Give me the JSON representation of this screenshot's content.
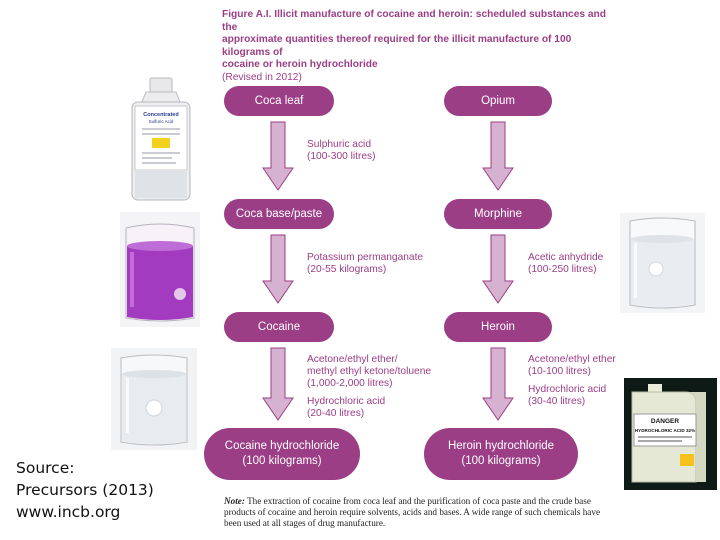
{
  "figure": {
    "title_lines": [
      "Figure A.I.    Illicit manufacture of cocaine and heroin: scheduled substances and the",
      "approximate quantities thereof required for the illicit manufacture of 100 kilograms of",
      "cocaine or heroin hydrochloride"
    ],
    "revised": "(Revised in 2012)"
  },
  "cocaine_path": {
    "nodes": [
      "Coca leaf",
      "Coca base/paste",
      "Cocaine"
    ],
    "final_line1": "Cocaine hydrochloride",
    "final_line2": "(100 kilograms)",
    "reagents": [
      {
        "name": "Sulphuric acid",
        "qty": "(100-300 litres)"
      },
      {
        "name": "Potassium permanganate",
        "qty": "(20-55 kilograms)"
      },
      {
        "line1": "Acetone/ethyl ether/",
        "line2": "methyl ethyl ketone/toluene",
        "qty": "(1,000-2,000 litres)",
        "extra_name": "Hydrochloric acid",
        "extra_qty": "(20-40 litres)"
      }
    ]
  },
  "heroin_path": {
    "nodes": [
      "Opium",
      "Morphine",
      "Heroin"
    ],
    "final_line1": "Heroin hydrochloride",
    "final_line2": "(100 kilograms)",
    "reagents": [
      {
        "name": "Acetic anhydride",
        "qty": "(100-250 litres)"
      },
      {
        "name": "Acetone/ethyl ether",
        "qty": "(10-100 litres)",
        "extra_name": "Hydrochloric acid",
        "extra_qty": "(30-40 litres)"
      }
    ]
  },
  "note": {
    "label": "Note:",
    "text": "The extraction of cocaine from coca leaf and the purification of coca paste and the crude base products of cocaine and heroin require solvents, acids and bases. A wide range of such chemicals have been used at all stages of drug manufacture."
  },
  "photos": {
    "bottle_label_1": "Concentrated",
    "bottle_label_2": "Sulfuric Acid",
    "jerrycan_label_1": "DANGER",
    "jerrycan_label_2": "HYDROCHLORIC ACID 32%"
  },
  "source": {
    "line1": "Source:",
    "line2": "Precursors (2013)",
    "line3": "www.incb.org"
  },
  "colors": {
    "accent": "#9b3e86",
    "arrow_fill": "#d7b2d0",
    "arrow_stroke": "#9b3e86",
    "permanganate": "#a23bbf"
  }
}
